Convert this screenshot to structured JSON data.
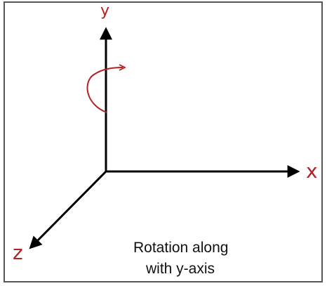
{
  "axes": {
    "y_label": "y",
    "x_label": "x",
    "z_label": "z"
  },
  "caption": {
    "line1": "Rotation along",
    "line2": "with y-axis"
  },
  "colors": {
    "axis": "#000000",
    "label": "#b22222",
    "rotation_arrow": "#b22222",
    "frame": "#555555"
  },
  "icons": {
    "rotation": "curved-arrow-icon"
  }
}
